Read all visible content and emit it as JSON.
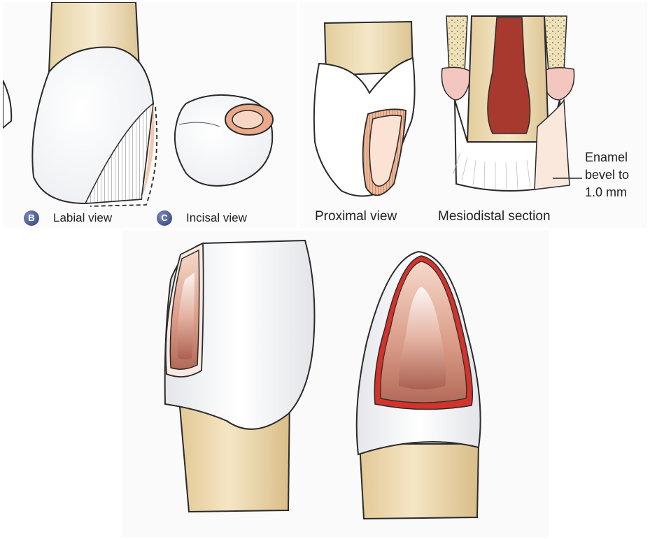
{
  "panels": {
    "labial": {
      "letter": "B",
      "caption": "Labial view"
    },
    "incisal": {
      "letter": "C",
      "caption": "Incisal view"
    },
    "proximal": {
      "caption": "Proximal view"
    },
    "section": {
      "caption": "Mesiodistal section"
    }
  },
  "annotation": {
    "line1": "Enamel",
    "line2": "bevel to",
    "line3": "1.0 mm"
  },
  "colors": {
    "outline": "#2a2a2a",
    "enamel": "#ffffff",
    "root": "#e9d7b0",
    "prep_pink": "#f3c8b0",
    "pulp": "#a8392f",
    "red_margin": "#d2332a"
  }
}
